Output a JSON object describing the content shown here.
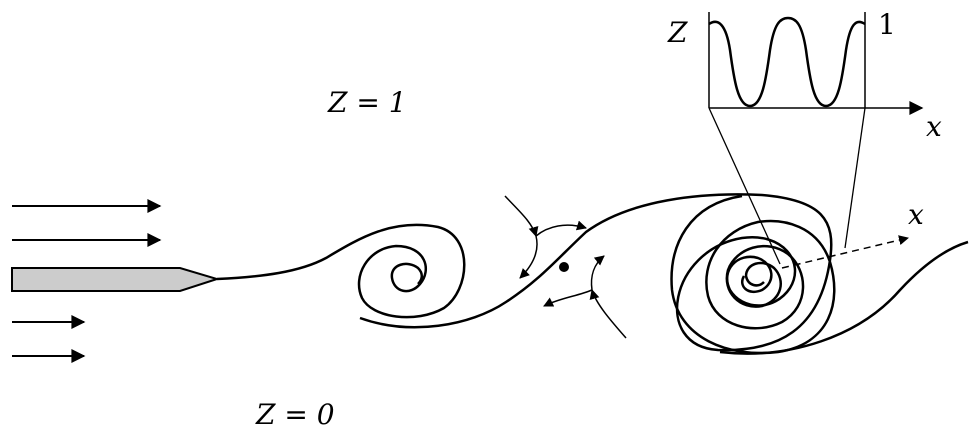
{
  "labels": {
    "z_upper": "Z = 1",
    "z_lower": "Z = 0",
    "inset_y_axis": "Z",
    "inset_y_value": "1",
    "inset_x_axis": "x",
    "vortex_axis": "x"
  },
  "colors": {
    "line": "#000000",
    "splitter_plate_fill": "#cccccc",
    "background": "#ffffff"
  }
}
